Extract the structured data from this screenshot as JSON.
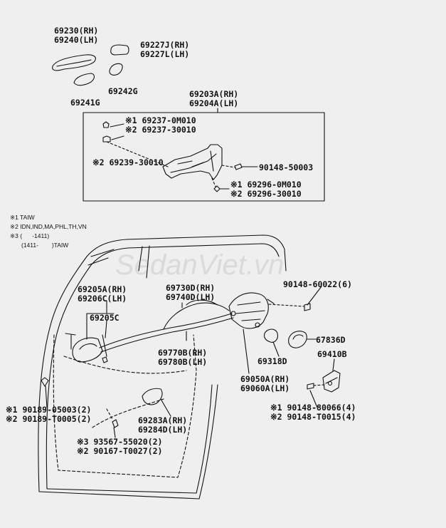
{
  "labels": {
    "handle_rh": "69230(RH)",
    "handle_lh": "69240(LH)",
    "pad_rh": "69227J(RH)",
    "pad_lh": "69227L(LH)",
    "pad2": "69242G",
    "pad3": "69241G",
    "frame_rh": "69203A(RH)",
    "frame_lh": "69204A(LH)",
    "b1": "※1 69237-0M010",
    "b2": "※2 69237-30010",
    "b3": "※2 69239-30010",
    "b4": "90148-50003",
    "b5": "※1 69296-0M010",
    "b6": "※2 69296-30010",
    "inner_rh": "69205A(RH)",
    "inner_lh": "69206C(LH)",
    "inner2": "69205C",
    "cable_rh": "69730D(RH)",
    "cable_lh": "69740D(LH)",
    "rod_rh": "69770B(RH)",
    "rod_lh": "69780B(LH)",
    "screw1": "90148-60022(6)",
    "seal1": "67836D",
    "seal2": "69318D",
    "lock_rh": "69050A(RH)",
    "lock_lh": "69060A(LH)",
    "striker": "69410B",
    "sc1": "※1 90148-80066(4)",
    "sc2": "※2 90148-T0015(4)",
    "cl1": "※1 90189-05003(2)",
    "cl2": "※2 90189-T0005(2)",
    "cover_rh": "69283A(RH)",
    "cover_lh": "69284D(LH)",
    "s3": "※3 93567-55020(2)",
    "s4": "※2 90167-T0027(2)"
  },
  "notes": {
    "n1": "※1 TAIW",
    "n2": "※2 IDN,IND,MA,PHL,TH,VN",
    "n3": "※3 (      -1411)",
    "n4": "(1411-        )TAIW"
  },
  "watermark": "SedanViet.vn"
}
